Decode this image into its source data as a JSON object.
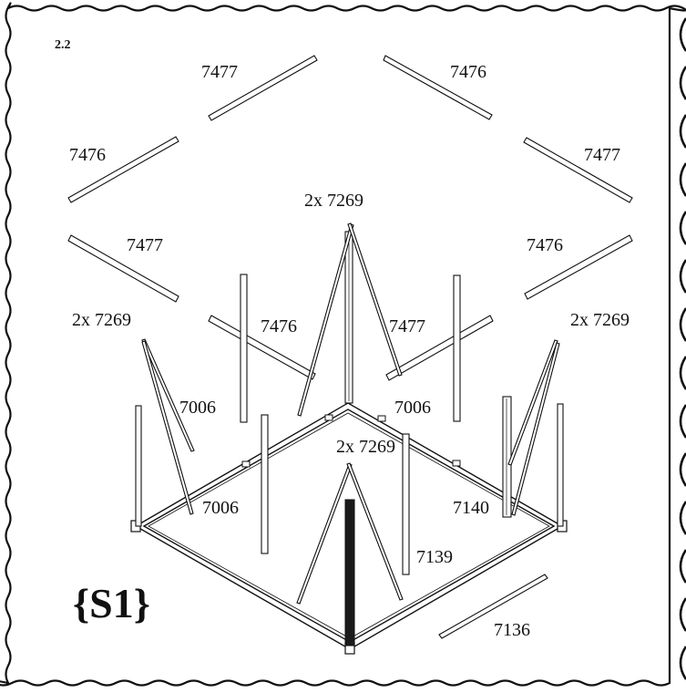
{
  "step_label": "2.2",
  "stage_label": "{S1}",
  "part_labels": {
    "top_left_upper": "7477",
    "top_right_upper": "7476",
    "left_upper": "7476",
    "right_upper": "7477",
    "center_top": "2x 7269",
    "left_middle": "7477",
    "right_middle": "7476",
    "left_group": "2x 7269",
    "center_left_rail": "7476",
    "center_right_rail": "7477",
    "right_group": "2x 7269",
    "post_left": "7006",
    "post_right": "7006",
    "center_bottom": "2x 7269",
    "post_front_left": "7006",
    "post_right_front": "7140",
    "post_center": "7139",
    "floor_bar": "7136"
  },
  "colors": {
    "ink": "#111111",
    "paper": "#ffffff",
    "dark_post": "#1a1a1a"
  }
}
